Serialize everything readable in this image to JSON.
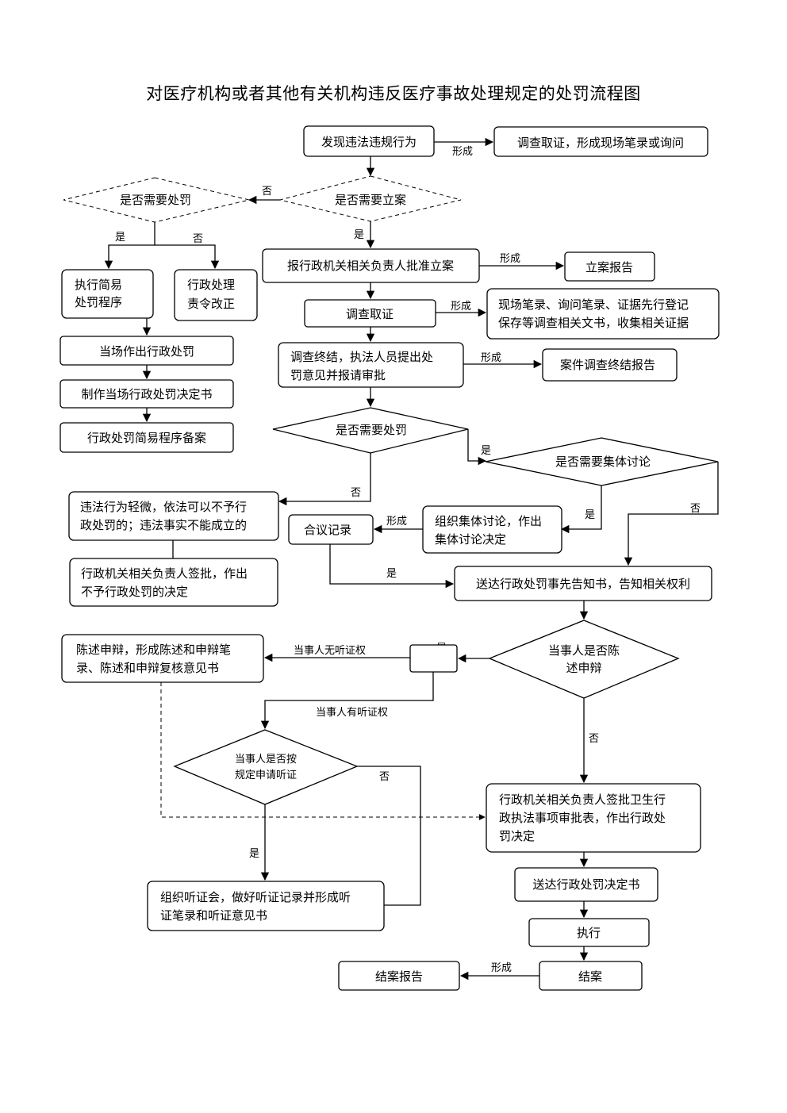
{
  "title": "对医疗机构或者其他有关机构违反医疗事故处理规定的处罚流程图",
  "nodes": {
    "discover": "发现违法违规行为",
    "investigate_initial": "调查取证，形成现场笔录或询问",
    "need_punish_left": "是否需要处罚",
    "need_filing": "是否需要立案",
    "simple_procedure": [
      "执行简易",
      "处罚程序"
    ],
    "order_correct": [
      "行政处理",
      "责令改正"
    ],
    "onsite_decision": "当场作出行政处罚",
    "make_decision_doc": "制作当场行政处罚决定书",
    "simple_record": "行政处罚简易程序备案",
    "report_approval": "报行政机关相关负责人批准立案",
    "filing_report": "立案报告",
    "investigate": "调查取证",
    "evidence_docs": [
      "现场笔录、询问笔录、证据先行登记",
      "保存等调查相关文书，收集相关证据"
    ],
    "investigation_end": [
      "调查终结，执法人员提出处",
      "罚意见并报请审批"
    ],
    "end_report": "案件调查终结报告",
    "need_punish_mid": "是否需要处罚",
    "need_group_discuss": "是否需要集体讨论",
    "minor_violation": [
      "违法行为轻微，依法可以不予行",
      "政处罚的；违法事实不能成立的"
    ],
    "no_punish_decision": [
      "行政机关相关负责人签批，作出",
      "不予行政处罚的决定"
    ],
    "meeting_record": "合议记录",
    "group_discuss": [
      "组织集体讨论，作出",
      "集体讨论决定"
    ],
    "notify_rights": "送达行政处罚事先告知书，告知相关权利",
    "statement_defense": [
      "陈述申辩，形成陈述和申辩笔",
      "录、陈述和申辩复核意见书"
    ],
    "party_state": [
      "当事人是否陈",
      "述申辩"
    ],
    "apply_hearing": [
      "当事人是否按",
      "规定申请听证"
    ],
    "hearing": [
      "组织听证会，做好听证记录并形成听",
      "证笔录和听证意见书"
    ],
    "approve_table": [
      "行政机关相关负责人签批卫生行",
      "政执法事项审批表，作出行政处",
      "罚决定"
    ],
    "deliver_decision": "送达行政处罚决定书",
    "execute": "执行",
    "close_case": "结案",
    "close_report": "结案报告"
  },
  "labels": {
    "form": "形成",
    "yes": "是",
    "no": "否",
    "no_hearing_right": "当事人无听证权",
    "has_hearing_right": "当事人有听证权"
  }
}
